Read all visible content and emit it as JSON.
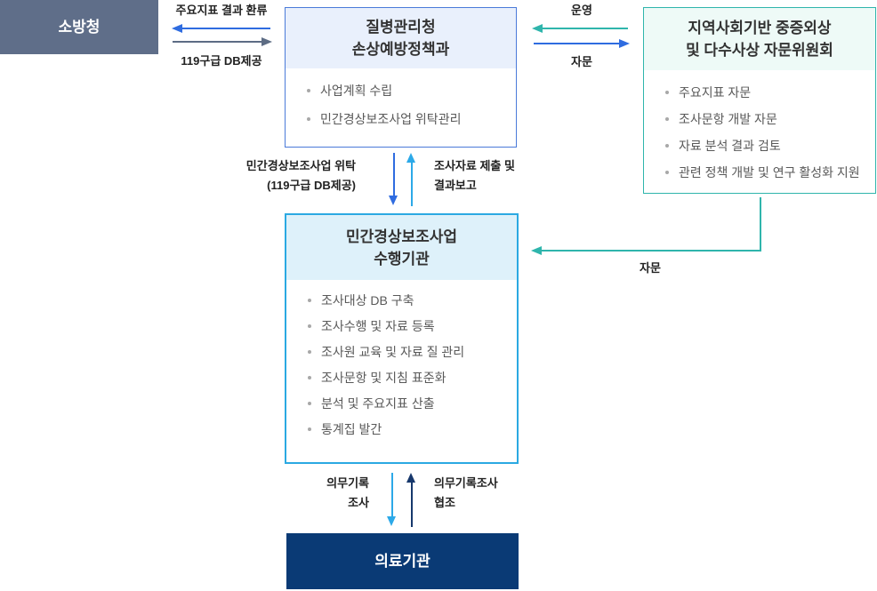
{
  "diagram": {
    "fire_box": {
      "title": "소방청"
    },
    "kdca_box": {
      "title": "질병관리청\n손상예방정책과",
      "items": [
        "사업계획 수립",
        "민간경상보조사업 위탁관리"
      ]
    },
    "committee_box": {
      "title": "지역사회기반 중증외상\n및 다수사상 자문위원회",
      "items": [
        "주요지표 자문",
        "조사문항 개발 자문",
        "자료 분석 결과 검토",
        "관련 정책 개발 및 연구 활성화 지원"
      ]
    },
    "agency_box": {
      "title": "민간경상보조사업\n수행기관",
      "items": [
        "조사대상 DB 구축",
        "조사수행 및 자료 등록",
        "조사원 교육 및 자료 질 관리",
        "조사문항 및 지침 표준화",
        "분석 및 주요지표 산출",
        "통계집 발간"
      ]
    },
    "medical_box": {
      "title": "의료기관"
    },
    "labels": {
      "indicator_feedback": "주요지표 결과 환류",
      "db_provide": "119구급 DB제공",
      "operate": "운영",
      "advise_top": "자문",
      "delegate": "민간경상보조사업 위탁\n(119구급 DB제공)",
      "report": "조사자료 제출 및\n결과보고",
      "advise_side": "자문",
      "record_survey": "의무기록\n조사",
      "record_coop": "의무기록조사\n협조"
    },
    "colors": {
      "fire_bg": "#5f6e89",
      "kdca_border": "#4a7ad9",
      "kdca_header_bg": "#e9f0fc",
      "committee_border": "#2fb5ac",
      "committee_header_bg": "#eefaf7",
      "agency_border": "#2ba9e2",
      "agency_header_bg": "#def1fa",
      "medical_bg": "#0a3a75",
      "arrow_royal_blue": "#2f6ce0",
      "arrow_slate": "#5d6c84",
      "arrow_teal": "#2fb5ac",
      "arrow_sky_blue": "#2ca9e8",
      "arrow_navy": "#17386c"
    }
  }
}
